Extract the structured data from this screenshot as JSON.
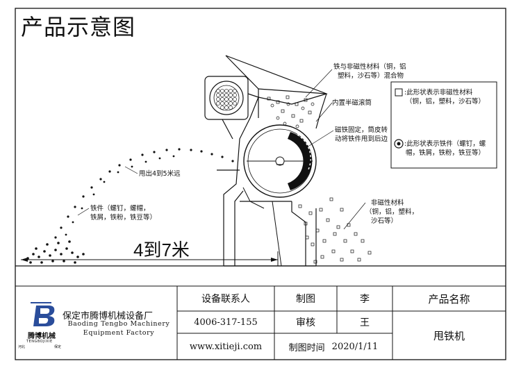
{
  "title": "产品示意图",
  "callouts": {
    "feed": [
      "铁与非磁性材料（铜，铝",
      "塑料，沙石等）混合物"
    ],
    "drum": "内置半磁滚筒",
    "magnet": [
      "磁铁固定，筒皮转",
      "动将铁件甩到后边"
    ],
    "throw": "甩出4到5米远",
    "iron": [
      "铁件（螺钉，螺帽，",
      "铁屑，铁粉，铁豆等）"
    ],
    "nonmag": [
      "非磁性材料",
      "（铜，铝，塑料，",
      "沙石等）"
    ]
  },
  "legend": {
    "square": [
      ":此形状表示非磁性材料",
      "（铜，铝，塑料，沙石等）"
    ],
    "bolt": [
      ":此形状表示铁件（螺钉，螺",
      "帽，铁屑，铁粉，铁豆等）"
    ]
  },
  "distance": "4到7米",
  "title_block": {
    "company_cn": "保定市腾博机械设备厂",
    "company_en": [
      "Baoding Tengbo Machinery",
      "Equipment Factory"
    ],
    "logo_cn": "腾博机械",
    "logo_en": "TENGBOJIXIE",
    "logo_left": "河北",
    "logo_right": "保定",
    "contact_label": "设备联系人",
    "phone": "4006-317-155",
    "website": "www.xitieji.com",
    "drawn_label": "制图",
    "drawn_by": "李",
    "check_label": "审核",
    "checked_by": "王",
    "date_label": "制图时间",
    "date": "2020/1/11",
    "product_label": "产品名称",
    "product": "甩铁机"
  },
  "colors": {
    "line": "#111111",
    "logo_blue": "#2a4d9b"
  }
}
